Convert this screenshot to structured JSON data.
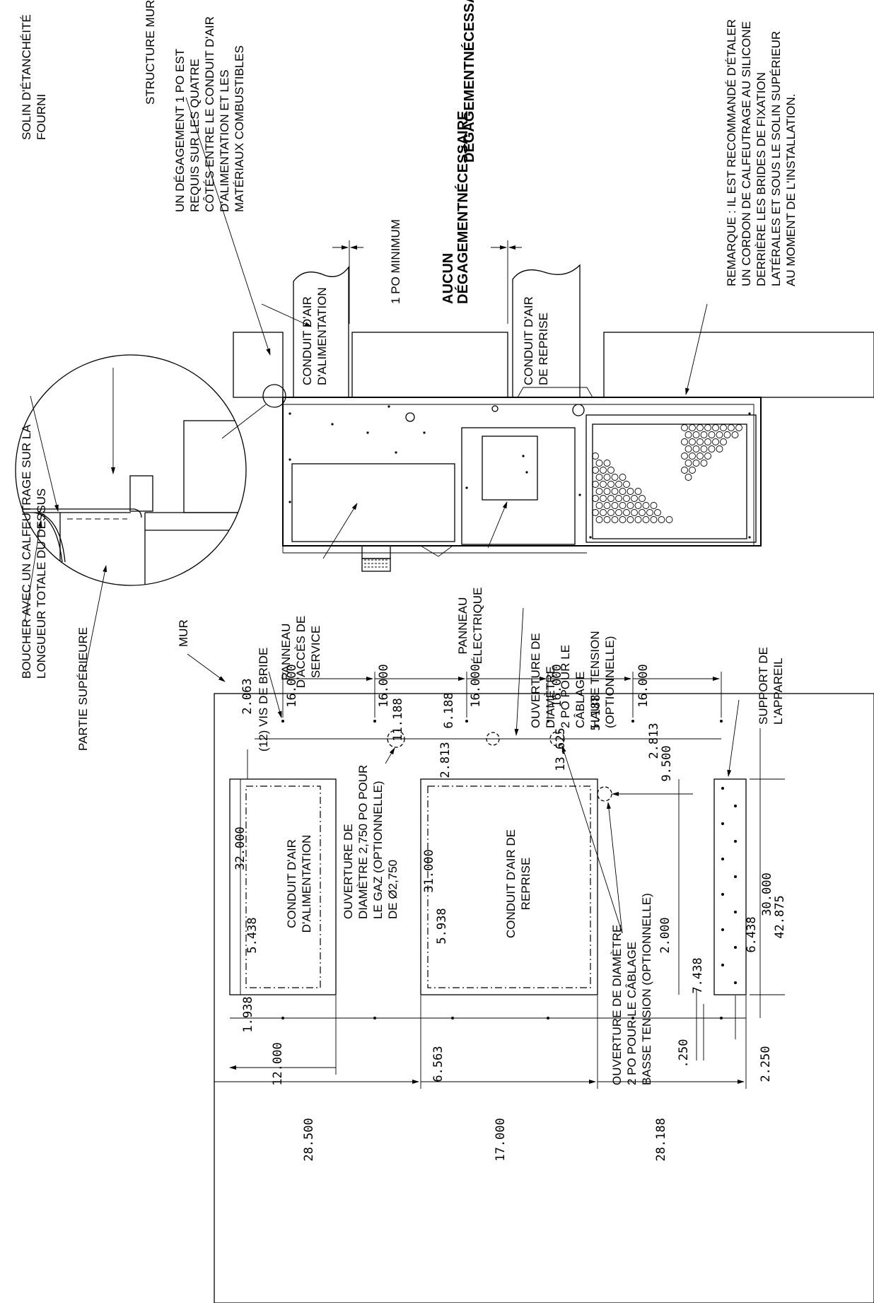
{
  "drawing": {
    "callouts": {
      "solin": [
        "SOLIN D'ÉTANCHÉITÉ",
        "FOURNI"
      ],
      "structure": [
        "STRUCTURE MURALE"
      ],
      "degagement": [
        "UN DÉGAGEMENT 1 PO EST",
        "REQUIS SUR LES QUATRE",
        "CÔTÉS ENTRE LE CONDUIT D'AIR",
        "D'ALIMENTATION ET LES",
        "MATÉRIAUX COMBUSTIBLES"
      ],
      "necessaire": [
        "DÉGAGEMENTNÉCESSAIRE"
      ],
      "minimum": [
        "1 PO MINIMUM"
      ],
      "aucun": [
        "AUCUN",
        "DÉGAGEMENTNÉCESSAIRE"
      ],
      "remarque": [
        "REMARQUE : IL EST RECOMMANDÉ D'ÉTALER",
        "UN CORDON DE CALFEUTRAGE AU SILICONE",
        "DERRIÈRE LES BRIDES DE FIXATION",
        "LATÉRALES  ET SOUS LE SOLIN SUPÉRIEUR",
        "AU MOMENT DE L'INSTALLATION."
      ],
      "conduit_alim": [
        "CONDUIT D'AIR",
        "D'ALIMENTATION"
      ],
      "conduit_reprise": [
        "CONDUIT D'AIR",
        "DE REPRISE"
      ],
      "panneau_service": [
        "PANNEAU",
        "D'ACCÈS DE",
        "SERVICE"
      ],
      "panneau_elec": [
        "PANNEAU",
        "ÉLECTRIQUE"
      ],
      "ouverture_ht": [
        "OUVERTURE DE",
        "DIAMÈTRE",
        "2 PO POUR LE",
        "CÂBLAGE",
        "HAUTE TENSION",
        "(OPTIONNELLE)"
      ],
      "boucher": [
        "BOUCHER AVEC UN CALFEUTRAGE SUR LA",
        "LONGUEUR TOTALE DU DESSUS"
      ],
      "partie": [
        "PARTIE SUPÉRIEURE"
      ],
      "mur": [
        "MUR"
      ],
      "vis": [
        "(12) VIS DE BRIDE"
      ],
      "support": [
        "SUPPORT DE",
        "L'APPAREIL"
      ],
      "ouverture_gaz": [
        "OUVERTURE DE",
        "DIAMÈTRE 2,750 PO POUR",
        "LE GAZ (OPTIONNELLE)",
        "DE Ø2,750"
      ],
      "ouverture_bt": [
        "OUVERTURE DE DIAMÈTRE",
        "2 PO POUR LE CÂBLAGE",
        "BASSE TENSION (OPTIONNELLE)"
      ],
      "box_alim": [
        "CONDUIT D'AIR",
        "D'ALIMENTATION"
      ],
      "box_reprise": [
        "CONDUIT D'AIR DE",
        "REPRISE"
      ]
    },
    "dimensions": {
      "d16a": "16.000",
      "d16b": "16.000",
      "d16c": "16.000",
      "d16d": "16.000",
      "d16e": "16.000",
      "d2063": "2.063",
      "d11188": "11.188",
      "d6188": "6.188",
      "d13625": "13.625",
      "d5188": "5.188",
      "d2813a": "2.813",
      "d2813b": "2.813",
      "d9500": "9.500",
      "d32000": "32.000",
      "d5438": "5.438",
      "d31000": "31.000",
      "d5938": "5.938",
      "d2000": "2.000",
      "d6438": "6.438",
      "d30000": "30.000",
      "d42875": "42.875",
      "d7438": "7.438",
      "d1938": "1.938",
      "d12000": "12.000",
      "d6563": "6.563",
      "d250": ".250",
      "d2250": "2.250",
      "d28500": "28.500",
      "d17000": "17.000",
      "d28188": "28.188"
    }
  }
}
